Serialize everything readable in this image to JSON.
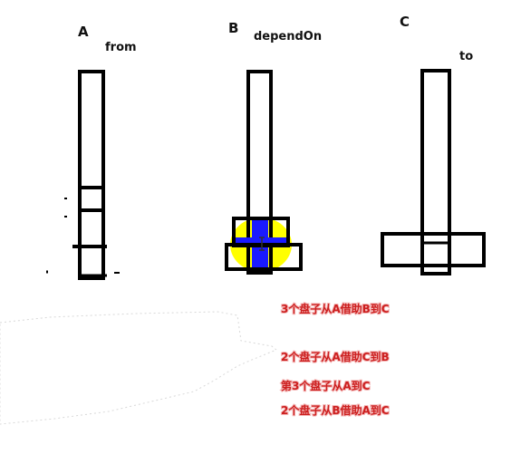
{
  "pegs": [
    {
      "name": "A",
      "role": "from"
    },
    {
      "name": "B",
      "role": "dependOn"
    },
    {
      "name": "C",
      "role": "to"
    }
  ],
  "steps": [
    "3个盘子从A借助B到C",
    "2个盘子从A借助C到B",
    "第3个盘子从A到C",
    "2个盘子从B借助A到C"
  ],
  "colors": {
    "outline": "#000000",
    "disk_fill_on_b": "#ffff00",
    "disk_highlight": "#1a1aff",
    "step_text": "#cc1f1f",
    "step_shadow": "#f4b8b8"
  }
}
